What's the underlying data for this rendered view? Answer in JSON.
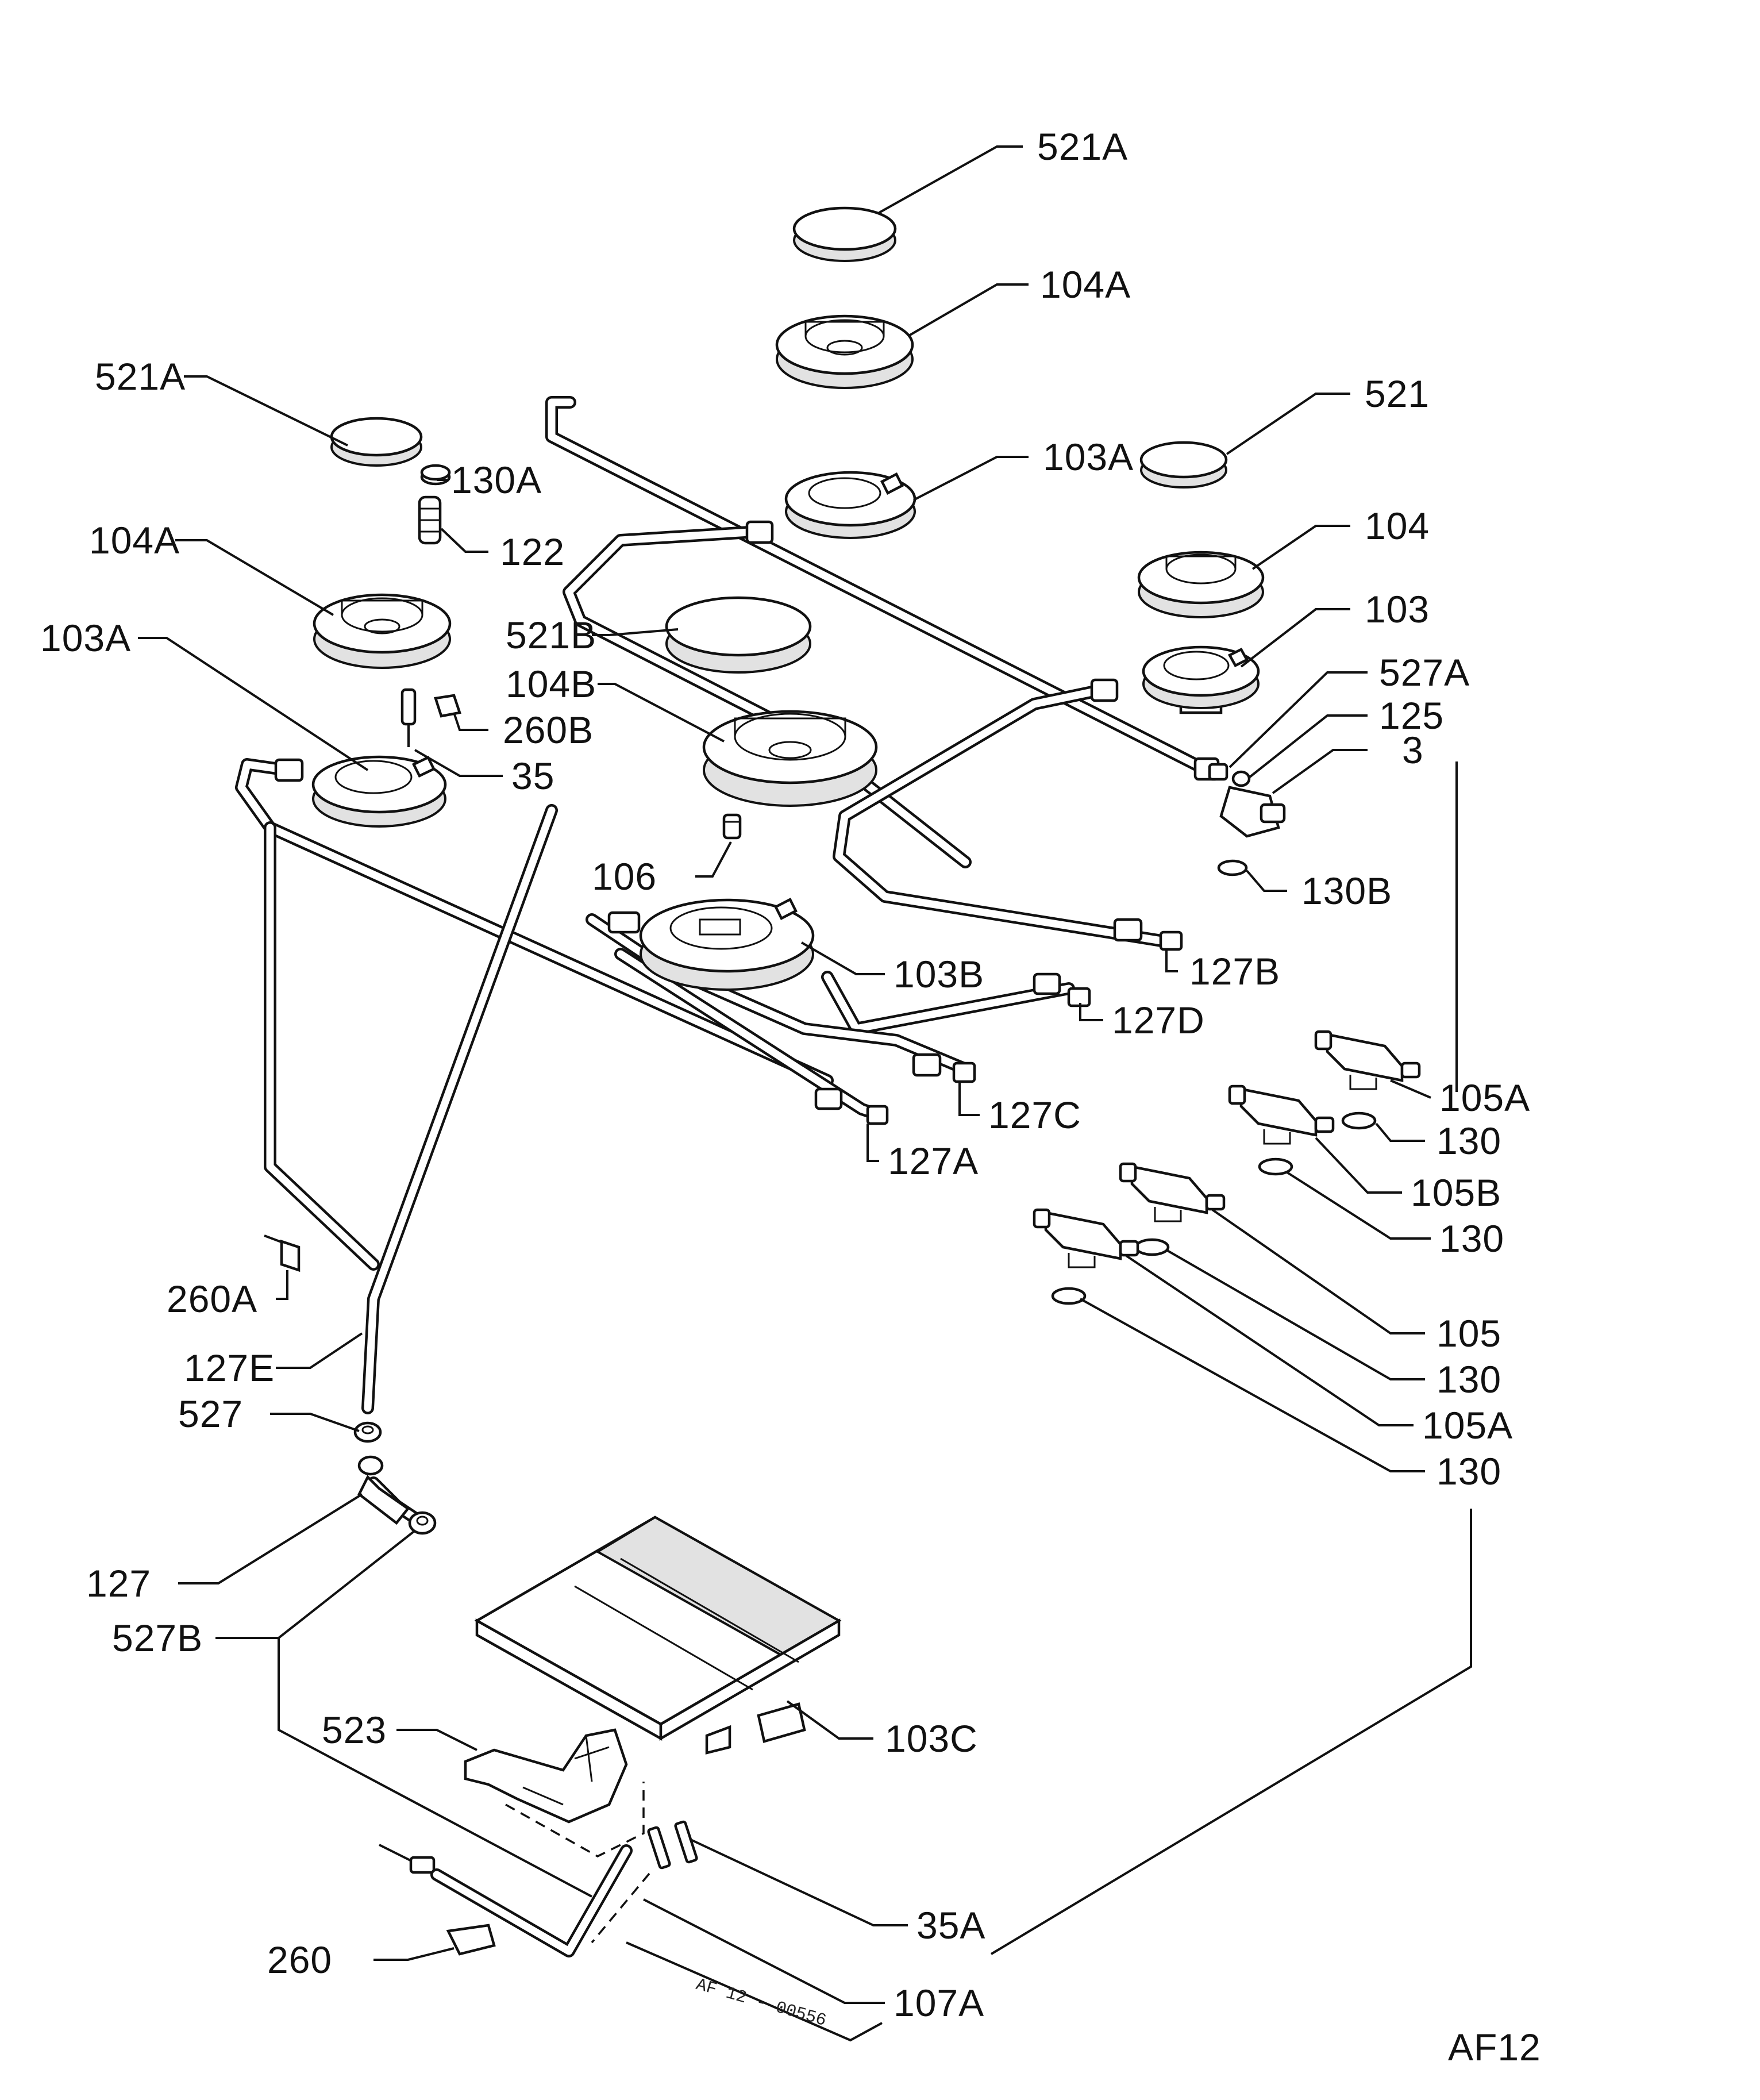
{
  "diagram": {
    "sheet_code": "AF12",
    "drawing_number": "AF 12 - 00556",
    "callouts": {
      "cap_top": "521A",
      "cap_left": "521A",
      "cap_right": "521",
      "cap_center": "521B",
      "crown_top": "104A",
      "crown_left": "104A",
      "crown_right": "104",
      "crown_center": "104B",
      "burner_top": "103A",
      "burner_left": "103A",
      "burner_right": "103",
      "burner_center": "103B",
      "burner_bottom": "103C",
      "injector_left": "130A",
      "union_left": "122",
      "bracket_left": "260B",
      "electrode_left": "35",
      "injector_center": "106",
      "nut_right": "527A",
      "washer_right": "125",
      "thermocouple_right": "3",
      "seal_right": "130B",
      "tube_b": "127B",
      "tube_d": "127D",
      "tube_c": "127C",
      "tube_a": "127A",
      "tap_1": "105A",
      "washer_1": "130",
      "tap_2": "105B",
      "washer_2": "130",
      "tap_3": "105",
      "washer_3": "130",
      "tap_4": "105A",
      "washer_4": "130",
      "clip_left": "260A",
      "tube_e": "127E",
      "nut_left": "527",
      "elbow": "127",
      "nut_elbow": "527B",
      "holder": "523",
      "clip_bottom": "260",
      "electrode_bottom": "35A",
      "generator": "107A"
    }
  }
}
